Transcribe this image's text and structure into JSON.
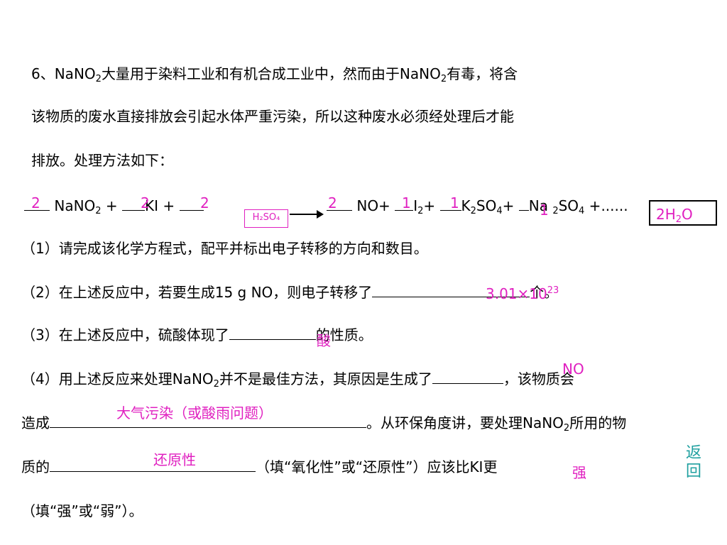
{
  "para": {
    "l1": {
      "a": "6、NaNO",
      "b": "2",
      "c": "大量用于染料工业和有机合成工业中，然而由于NaNO",
      "d": "2",
      "e": "有毒，将含"
    },
    "l2": "该物质的废水直接排放会引起水体严重污染，所以这种废水必须经处理后才能",
    "l3": "排放。处理方法如下："
  },
  "equation": {
    "naNO2": "NaNO",
    "sub2": "2",
    "plus1": " + ",
    "ki": "KI + ",
    "condition": "H₂SO₄",
    "no": " NO+ ",
    "i2": "I",
    "i2sub": "2",
    "plus2": "+ ",
    "k2so4": "K",
    "k2sub": "2",
    "so4a": "SO",
    "so4asub": "4",
    "plus3": "+ ",
    "na": "Na ",
    "na_sub": "2",
    "so4b": "SO",
    "so4bsub": "4",
    "tail": " +......"
  },
  "answers": {
    "c1": "2",
    "c2": "2",
    "c3": "2",
    "c4": "2",
    "c5": "1",
    "c6": "1",
    "c7": "1",
    "h2o": "2H",
    "h2o_sub": "2",
    "h2o_o": "O",
    "q2": "3.01×10",
    "q2_sup": "23",
    "q3": "酸",
    "q4a": "NO",
    "q4b": "大气污染（或酸雨问题）",
    "q4c": "还原性",
    "q4d": "强"
  },
  "questions": {
    "q1": "（1）请完成该化学方程式，配平并标出电子转移的方向和数目。",
    "q2a": "（2）在上述反应中，若要生成15 g NO，则电子转移了",
    "q2b": "个。",
    "q3a": "（3）在上述反应中，硫酸体现了",
    "q3b": "的性质。",
    "q4a": "（4）用上述反应来处理NaNO",
    "q4a_sub": "2",
    "q4a2": "并不是最佳方法，其原因是生成了",
    "q4a3": "，该物质会",
    "q4b1": "造成",
    "q4b2": "。从环保角度讲，要处理NaNO",
    "q4b_sub": "2",
    "q4b3": "所用的物",
    "q4c1": "质的",
    "q4c2": "（填“氧化性”或“还原性”）应该比KI更",
    "q4d": "（填“强”或“弱”）。"
  },
  "nav": {
    "back_top": "返",
    "back_bottom": "回"
  },
  "colors": {
    "answer": "#e020c0",
    "nav": "#20a0a0"
  }
}
